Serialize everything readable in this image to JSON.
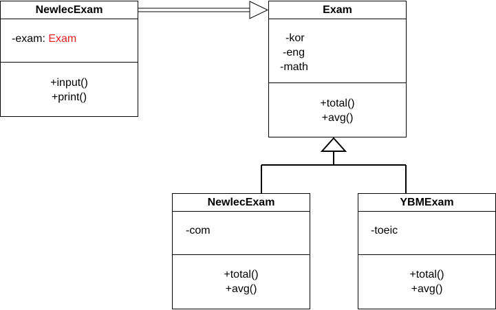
{
  "classes": {
    "newlec_exam_top": {
      "name": "NewlecExam",
      "attribute_prefix": "-exam: ",
      "attribute_type": "Exam",
      "methods": [
        "+input()",
        "+print()"
      ]
    },
    "exam": {
      "name": "Exam",
      "attributes": [
        "-kor",
        "-eng",
        "-math"
      ],
      "methods": [
        "+total()",
        "+avg()"
      ]
    },
    "newlec_exam_sub": {
      "name": "NewlecExam",
      "attributes": [
        "-com"
      ],
      "methods": [
        "+total()",
        "+avg()"
      ]
    },
    "ybm_exam": {
      "name": "YBMExam",
      "attributes": [
        "-toeic"
      ],
      "methods": [
        "+total()",
        "+avg()"
      ]
    }
  },
  "colors": {
    "line": "#000000",
    "type_highlight": "#e61e1e"
  }
}
